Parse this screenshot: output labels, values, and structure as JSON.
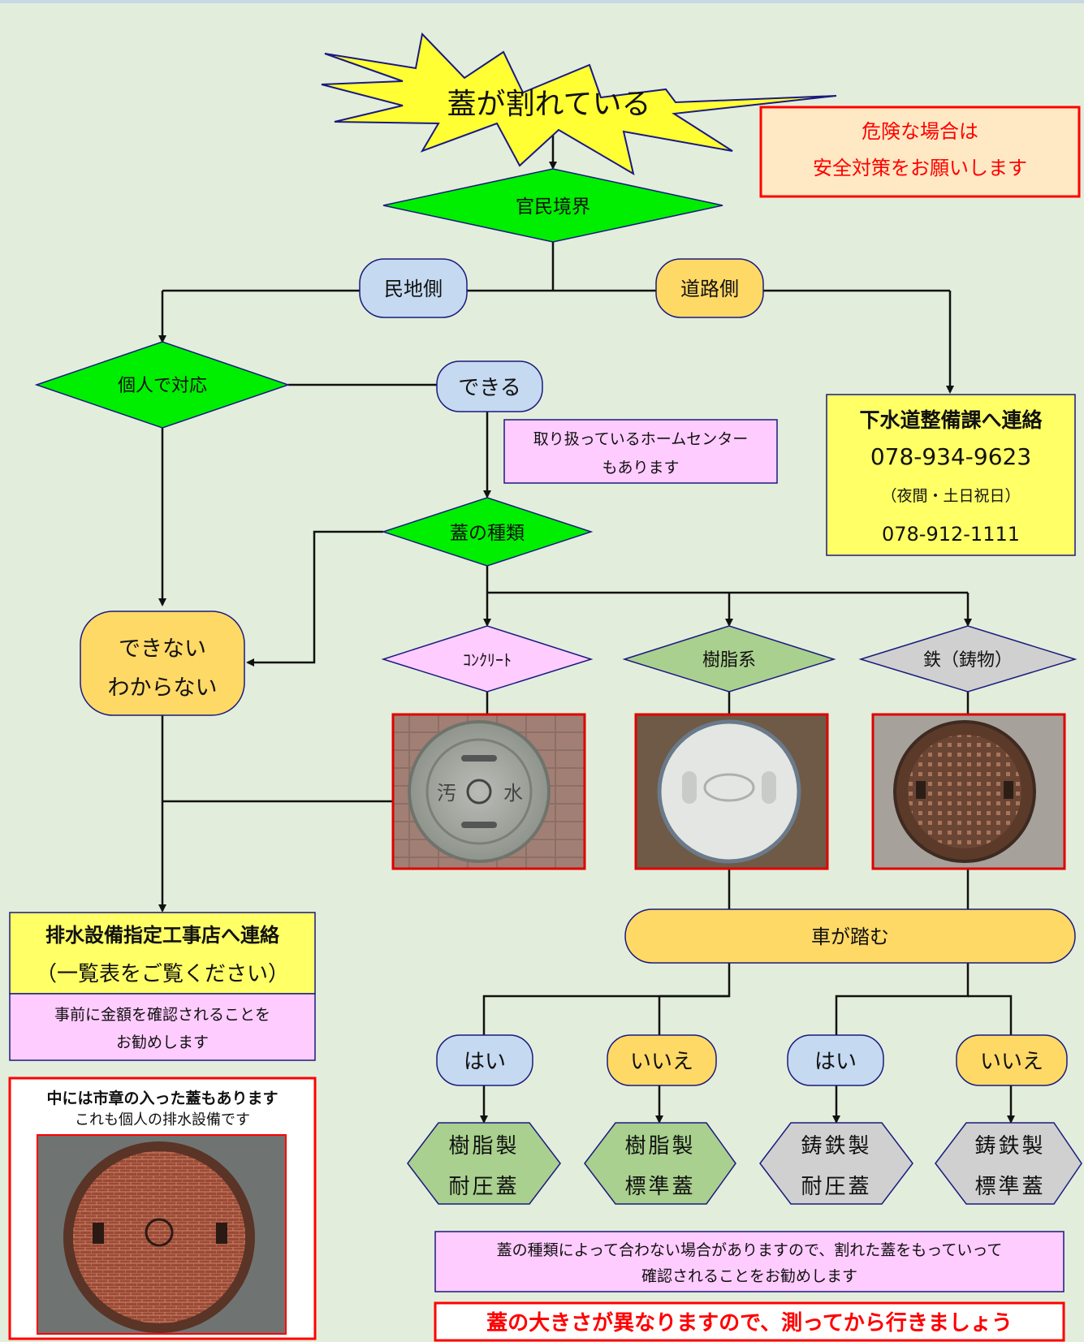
{
  "title": "蓋が割れている",
  "warning": {
    "line1": "危険な場合は",
    "line2": "安全対策をお願いします"
  },
  "decision_boundary": "官民境界",
  "branch_private": "民地側",
  "branch_road": "道路側",
  "decision_self": "個人で対応",
  "can_do": "できる",
  "home_center_note": {
    "line1": "取り扱っているホームセンター",
    "line2": "もあります"
  },
  "road_contact": {
    "title": "下水道整備課へ連絡",
    "phone": "078-934-9623",
    "night_label": "（夜間・土日祝日）",
    "night_phone": "078-912-1111"
  },
  "decision_type": "蓋の種類",
  "cannot": {
    "line1": "できない",
    "line2": "わからない"
  },
  "types": {
    "concrete": "ｺﾝｸﾘｰﾄ",
    "resin": "樹脂系",
    "iron": "鉄（鋳物）"
  },
  "vehicle": "車が踏む",
  "answers": {
    "yes": "はい",
    "no": "いいえ"
  },
  "results": {
    "resin_heavy": {
      "line1": "樹脂製",
      "line2": "耐圧蓋"
    },
    "resin_std": {
      "line1": "樹脂製",
      "line2": "標準蓋"
    },
    "iron_heavy": {
      "line1": "鋳鉄製",
      "line2": "耐圧蓋"
    },
    "iron_std": {
      "line1": "鋳鉄製",
      "line2": "標準蓋"
    }
  },
  "contractor": {
    "title": "排水設備指定工事店へ連絡",
    "subtitle": "（一覧表をご覧ください）",
    "note_line1": "事前に金額を確認されることを",
    "note_line2": "お勧めします"
  },
  "city_mark": {
    "title": "中には市章の入った蓋もあります",
    "subtitle": "これも個人の排水設備です"
  },
  "concrete_cover_text": {
    "left": "汚",
    "right": "水"
  },
  "notes": {
    "type_note_line1": "蓋の種類によって合わない場合がありますので、割れた蓋をもっていって",
    "type_note_line2": "確認されることをお勧めします",
    "size_note": "蓋の大きさが異なりますので、測ってから行きましょう"
  },
  "colors": {
    "background": "#e2eedb",
    "decision_green": "#00ee00",
    "pill_blue": "#c5d9f0",
    "pill_orange": "#ffd966",
    "yellow_box": "#ffff66",
    "pink_note": "#ffccff",
    "warning_fill": "#ffe9c4",
    "alert_red": "#ff0000",
    "resin_green": "#a9d08e",
    "iron_gray": "#d0d0d0"
  }
}
